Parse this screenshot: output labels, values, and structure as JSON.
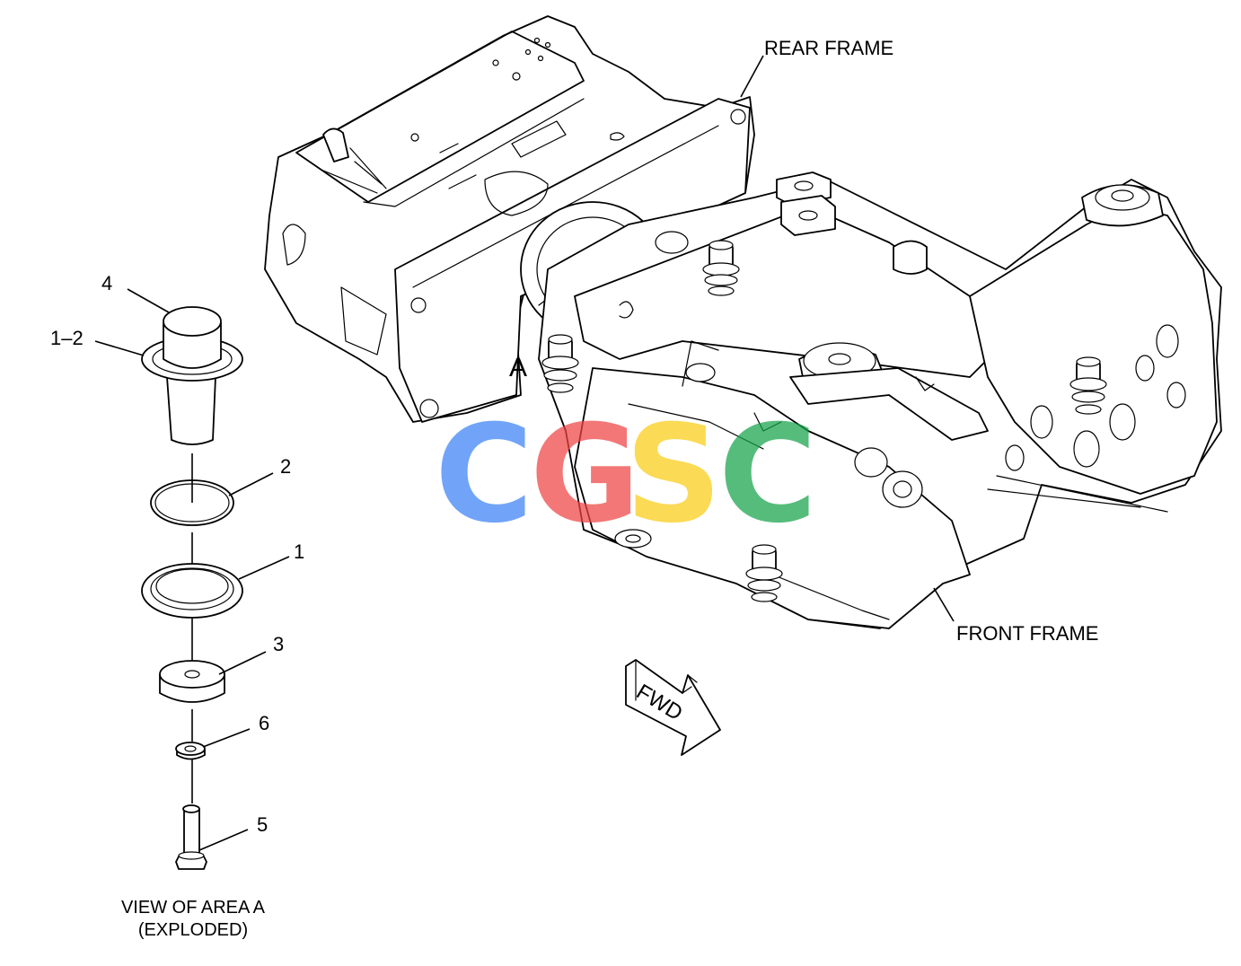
{
  "labels": {
    "rear_frame": "REAR FRAME",
    "front_frame": "FRONT FRAME",
    "area_a": "A",
    "fwd": "FWD",
    "view_line1": "VIEW OF AREA A",
    "view_line2": "(EXPLODED)"
  },
  "callouts": {
    "c4": "4",
    "c1_2": "1–2",
    "c2": "2",
    "c1": "1",
    "c3": "3",
    "c6": "6",
    "c5": "5"
  },
  "watermark": {
    "letters": [
      "C",
      "G",
      "S",
      "C"
    ],
    "colors": [
      "#3b82f6",
      "#ef4444",
      "#facc15",
      "#16a34a"
    ]
  }
}
